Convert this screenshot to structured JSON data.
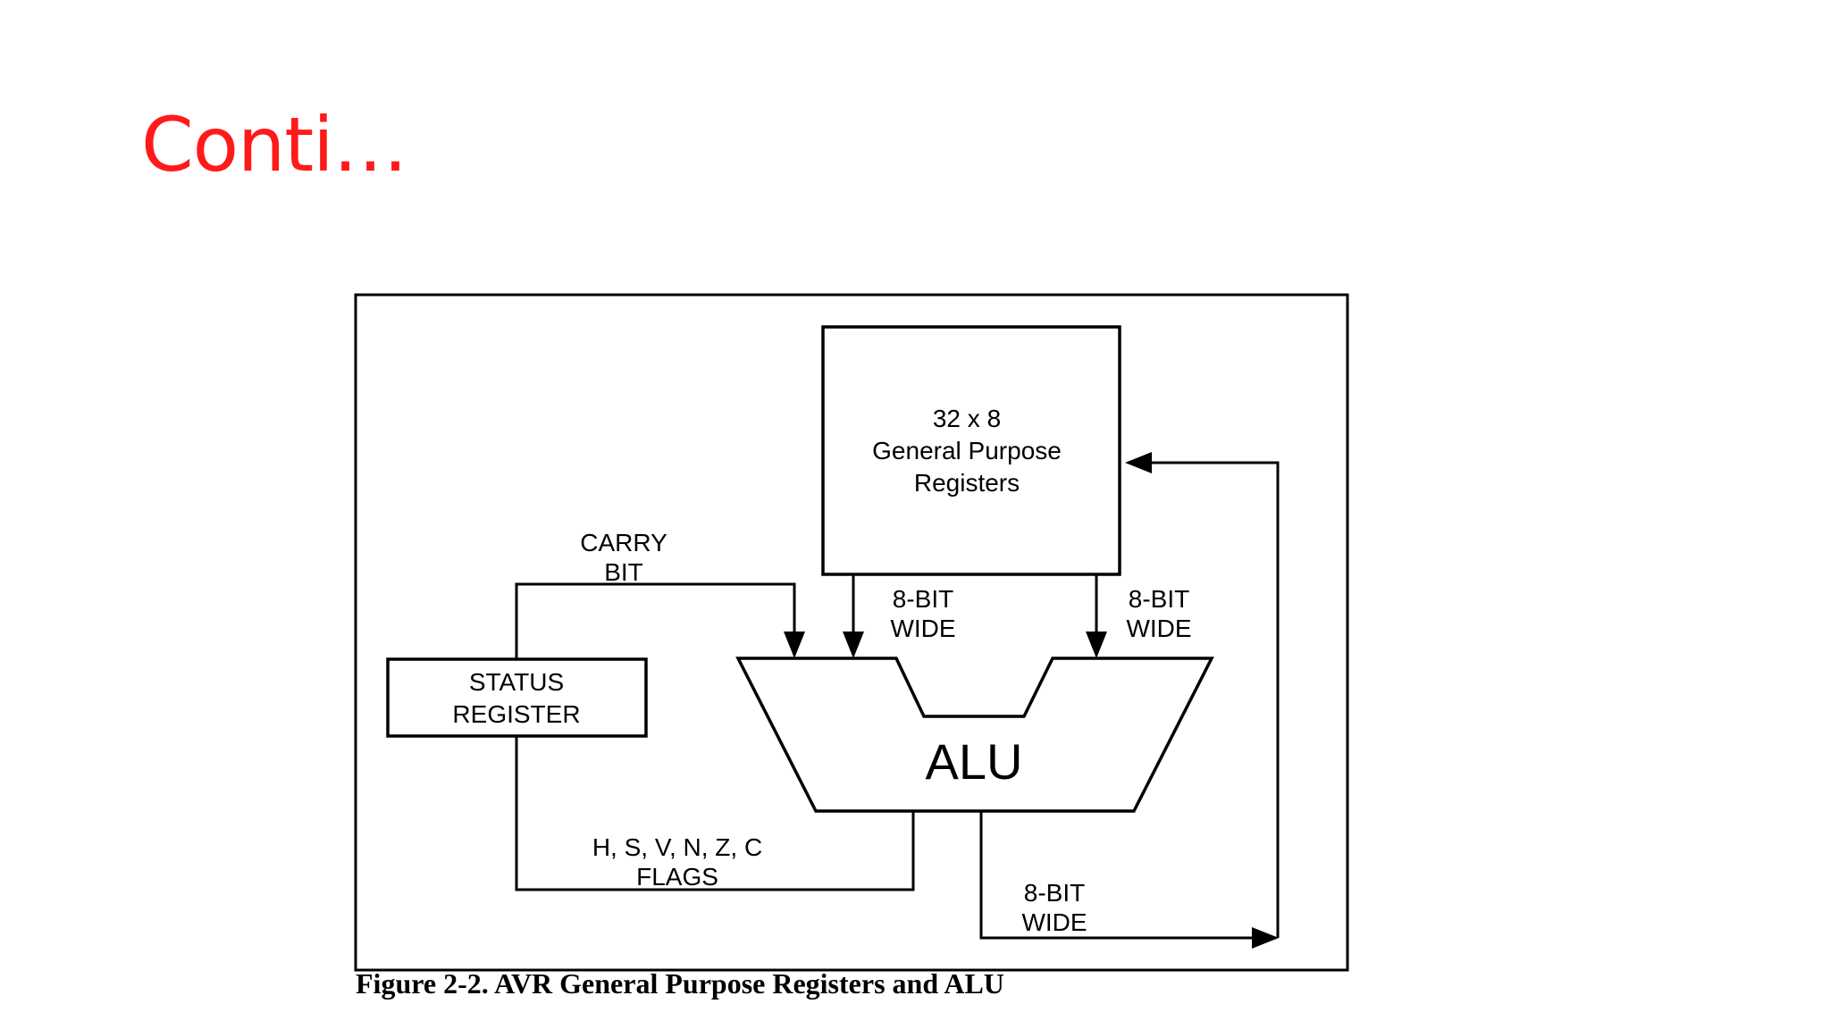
{
  "slide": {
    "title": "Conti…"
  },
  "diagram": {
    "registers": {
      "line1": "32 x 8",
      "line2": "General Purpose",
      "line3": "Registers"
    },
    "status_register": {
      "line1": "STATUS",
      "line2": "REGISTER"
    },
    "alu": {
      "label": "ALU"
    },
    "carry_bit": {
      "line1": "CARRY",
      "line2": "BIT"
    },
    "bus_a": {
      "line1": "8-BIT",
      "line2": "WIDE"
    },
    "bus_b": {
      "line1": "8-BIT",
      "line2": "WIDE"
    },
    "bus_out": {
      "line1": "8-BIT",
      "line2": "WIDE"
    },
    "flags": {
      "line1": "H, S, V, N, Z, C",
      "line2": "FLAGS"
    },
    "caption": "Figure 2-2. AVR General Purpose Registers and ALU"
  }
}
